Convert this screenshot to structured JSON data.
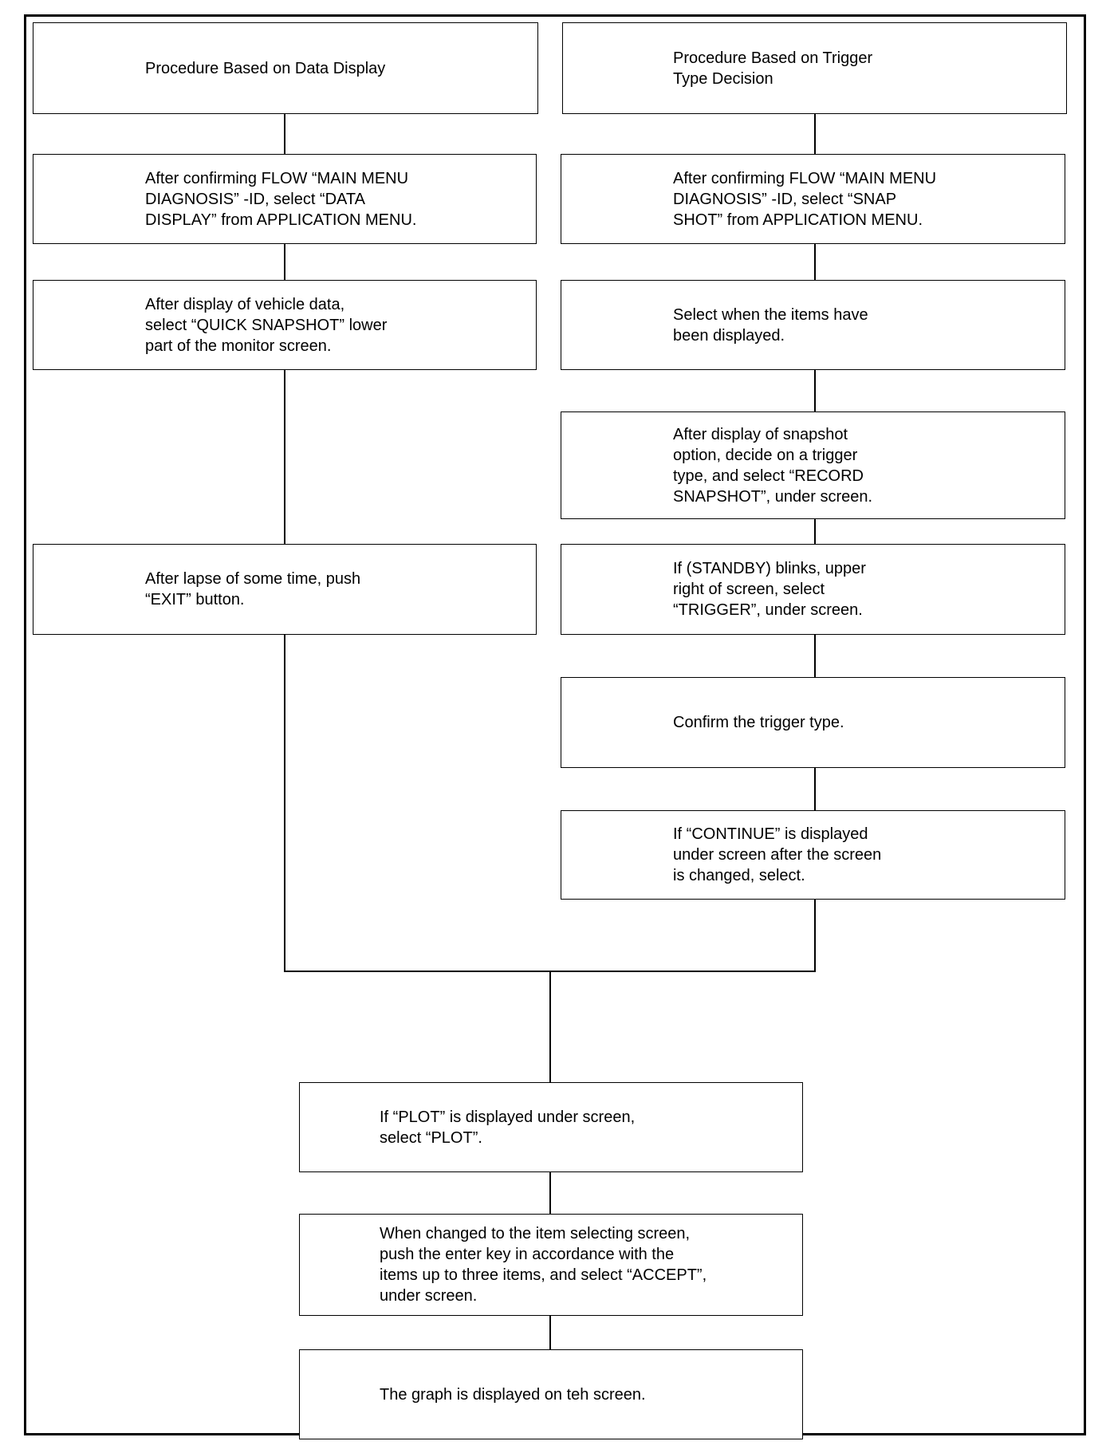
{
  "left_column": {
    "header": "Procedure Based on Data Display",
    "steps": [
      "After confirming FLOW “MAIN MENU\nDIAGNOSIS” -ID, select “DATA\nDISPLAY” from APPLICATION MENU.",
      "After display of vehicle data,\nselect “QUICK SNAPSHOT” lower\npart of the monitor screen.",
      "After lapse of some time, push\n“EXIT” button."
    ]
  },
  "right_column": {
    "header": "Procedure Based on Trigger\nType Decision",
    "steps": [
      "After confirming FLOW “MAIN MENU\nDIAGNOSIS” -ID, select “SNAP\nSHOT” from APPLICATION MENU.",
      "Select when the items have\nbeen displayed.",
      "After display of snapshot\noption, decide on a trigger\ntype, and select “RECORD\nSNAPSHOT”, under screen.",
      "If (STANDBY) blinks, upper\nright of screen, select\n“TRIGGER”, under screen.",
      "Confirm the trigger type.",
      "If “CONTINUE” is displayed\nunder screen after the screen\nis changed, select."
    ]
  },
  "merged": {
    "steps": [
      "If “PLOT” is displayed under screen,\nselect “PLOT”.",
      "When changed to the item selecting screen,\npush the enter key in accordance with the\nitems up to three items, and select “ACCEPT”,\nunder screen.",
      "The graph is displayed on teh screen."
    ]
  }
}
